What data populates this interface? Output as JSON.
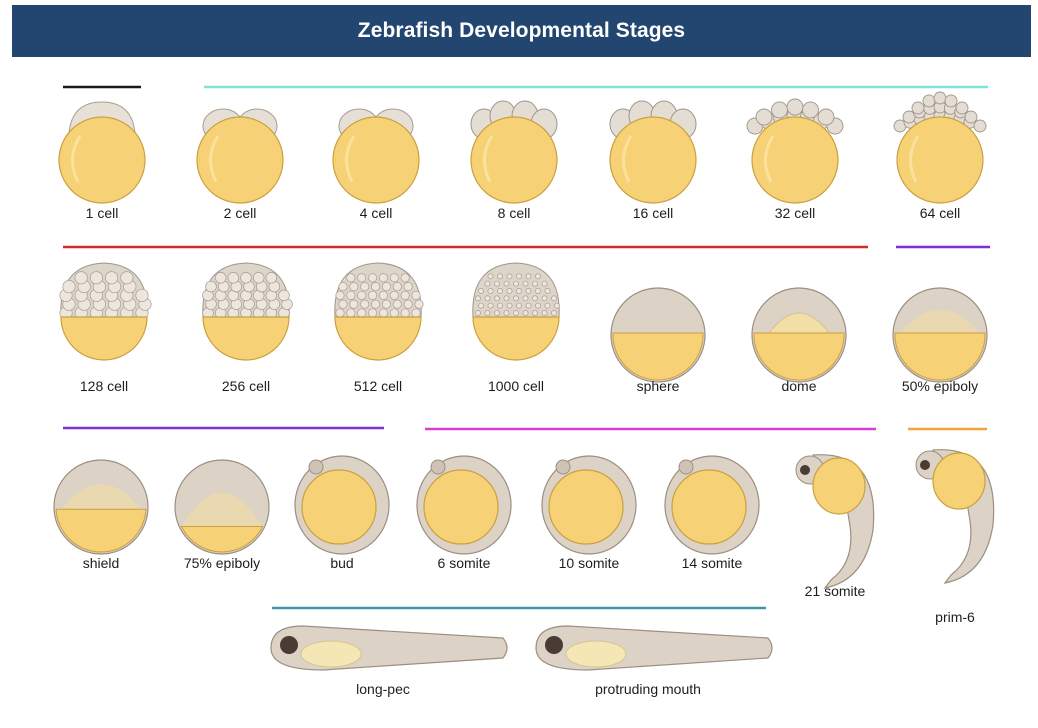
{
  "title": "Zebrafish Developmental Stages",
  "colors": {
    "header_bg": "#22466f",
    "yolk": "#f6d175",
    "yolk_edge": "#caa040",
    "cell": "#e4ddd3",
    "cell_edge": "#9f958a",
    "embryo": "#dcd2c6",
    "embryo_edge": "#9c8f80",
    "eye": "#4a3b35",
    "bracket_black": "#1a1a1a",
    "bracket_cyan": "#7fe3dd",
    "bracket_red": "#cf2b2b",
    "bracket_purple": "#7f2fd6",
    "bracket_magenta": "#d63fcf",
    "bracket_orange": "#f2a33a",
    "bracket_teal": "#3a97a8"
  },
  "stages": [
    {
      "label": "1 cell",
      "kind": "cap",
      "cells": 1
    },
    {
      "label": "2 cell",
      "kind": "cap",
      "cells": 2
    },
    {
      "label": "4 cell",
      "kind": "cap",
      "cells": 2
    },
    {
      "label": "8 cell",
      "kind": "cap",
      "cells": 4
    },
    {
      "label": "16 cell",
      "kind": "cap",
      "cells": 4
    },
    {
      "label": "32 cell",
      "kind": "cap",
      "cells": 7
    },
    {
      "label": "64 cell",
      "kind": "cap",
      "cells": 10
    },
    {
      "label": "128 cell",
      "kind": "mound",
      "cells": 14
    },
    {
      "label": "256 cell",
      "kind": "mound",
      "cells": 18
    },
    {
      "label": "512 cell",
      "kind": "mound",
      "cells": 24
    },
    {
      "label": "1000 cell",
      "kind": "mound",
      "cells": 32
    },
    {
      "label": "sphere",
      "kind": "sphere"
    },
    {
      "label": "dome",
      "kind": "dome"
    },
    {
      "label": "50% epiboly",
      "kind": "epiboly",
      "level": 0.5
    },
    {
      "label": "shield",
      "kind": "epiboly",
      "level": 0.55
    },
    {
      "label": "75% epiboly",
      "kind": "epiboly",
      "level": 0.75
    },
    {
      "label": "bud",
      "kind": "somite"
    },
    {
      "label": "6 somite",
      "kind": "somite"
    },
    {
      "label": "10 somite",
      "kind": "somite"
    },
    {
      "label": "14 somite",
      "kind": "somite"
    },
    {
      "label": "21 somite",
      "kind": "curled"
    },
    {
      "label": "prim-6",
      "kind": "curled"
    },
    {
      "label": "long-pec",
      "kind": "larva"
    },
    {
      "label": "protruding mouth",
      "kind": "larva"
    }
  ]
}
